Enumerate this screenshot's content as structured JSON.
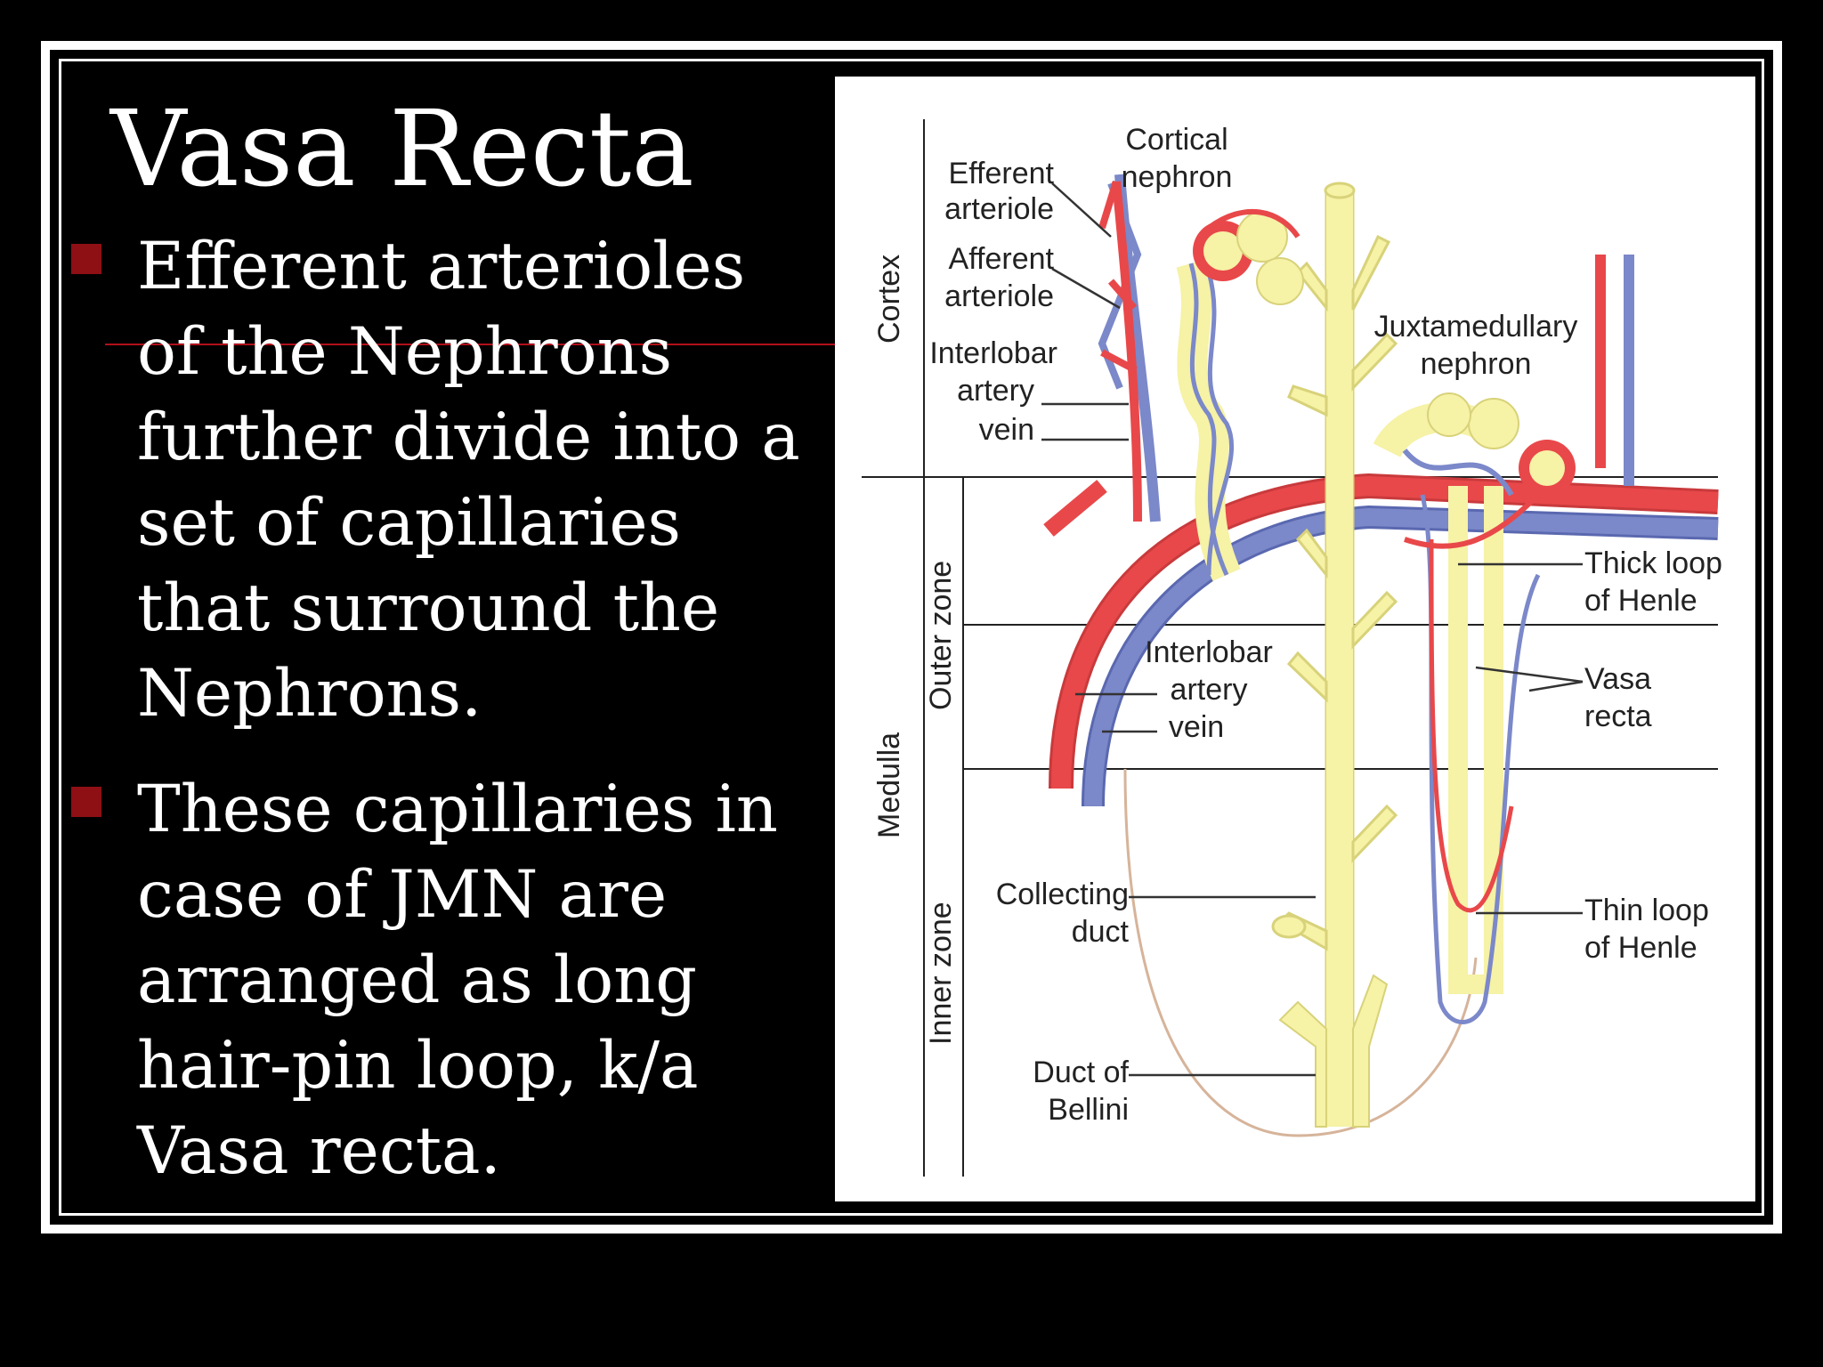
{
  "slide": {
    "title": "Vasa Recta",
    "bullets": [
      "Efferent arterioles of the Nephrons further divide into a set of capillaries that surround the Nephrons.",
      "These capillaries in case of JMN are arranged as  long hair-pin loop, k/a Vasa recta."
    ]
  },
  "diagram": {
    "regions": {
      "cortex": "Cortex",
      "medulla": "Medulla",
      "outer_zone": "Outer zone",
      "inner_zone": "Inner zone"
    },
    "labels": {
      "cortical_nephron_1": "Cortical",
      "cortical_nephron_2": "nephron",
      "efferent_1": "Efferent",
      "efferent_2": "arteriole",
      "afferent_1": "Afferent",
      "afferent_2": "arteriole",
      "interlobar_top_1": "Interlobar",
      "interlobar_top_2": "artery",
      "interlobar_top_3": "vein",
      "juxta_1": "Juxtamedullary",
      "juxta_2": "nephron",
      "thick_1": "Thick loop",
      "thick_2": "of Henle",
      "vasa_1": "Vasa",
      "vasa_2": "recta",
      "interlobar_mid_1": "Interlobar",
      "interlobar_mid_2": "artery",
      "interlobar_mid_3": "vein",
      "collecting_1": "Collecting",
      "collecting_2": "duct",
      "thin_1": "Thin loop",
      "thin_2": "of Henle",
      "bellini_1": "Duct of",
      "bellini_2": "Bellini"
    },
    "colors": {
      "artery": "#e8484a",
      "vein": "#7b88c9",
      "duct": "#f6f2a6",
      "duct_outline": "#d8d27a",
      "capsule": "#d6b49a"
    }
  }
}
